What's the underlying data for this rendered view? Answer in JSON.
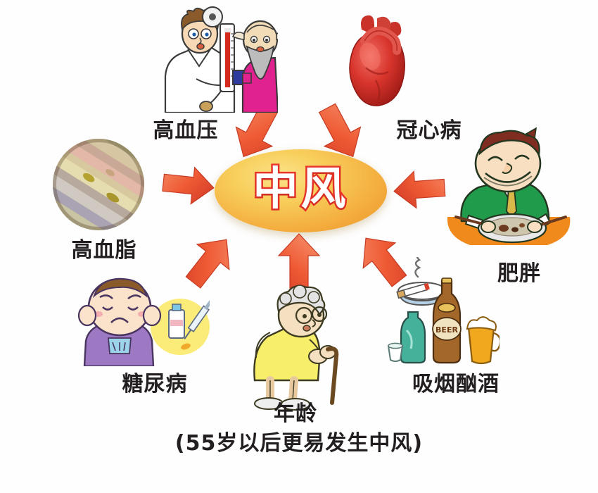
{
  "diagram": {
    "title_center": "中风",
    "center_color": "#f3a93a",
    "arrow_color": "#ee5a34",
    "text_color": "#231f20",
    "background_color": "#fefefe"
  },
  "nodes": [
    {
      "id": "hypertension",
      "label": "高血压",
      "icon": "doctor-measuring-blood-pressure-illustration",
      "arrow": "arrow-down-right-to-center"
    },
    {
      "id": "coronary-heart-disease",
      "label": "冠心病",
      "icon": "anatomical-heart-illustration",
      "arrow": "arrow-down-left-to-center"
    },
    {
      "id": "hyperlipidemia",
      "label": "高血脂",
      "icon": "blood-vessel-plaque-circle-photo",
      "arrow": "arrow-right-to-center"
    },
    {
      "id": "obesity",
      "label": "肥胖",
      "icon": "overweight-man-eating-illustration",
      "arrow": "arrow-left-to-center"
    },
    {
      "id": "diabetes",
      "label": "糖尿病",
      "icon": "sick-child-with-insulin-illustration",
      "arrow": "arrow-up-right-to-center"
    },
    {
      "id": "age",
      "label": "年龄",
      "sublabel": "(55岁以后更易发生中风)",
      "icon": "elderly-woman-with-cane-illustration",
      "arrow": "arrow-up-to-center"
    },
    {
      "id": "smoking-drinking",
      "label": "吸烟酗酒",
      "icon": "cigarette-and-alcohol-illustration",
      "arrow": "arrow-up-left-to-center"
    }
  ]
}
